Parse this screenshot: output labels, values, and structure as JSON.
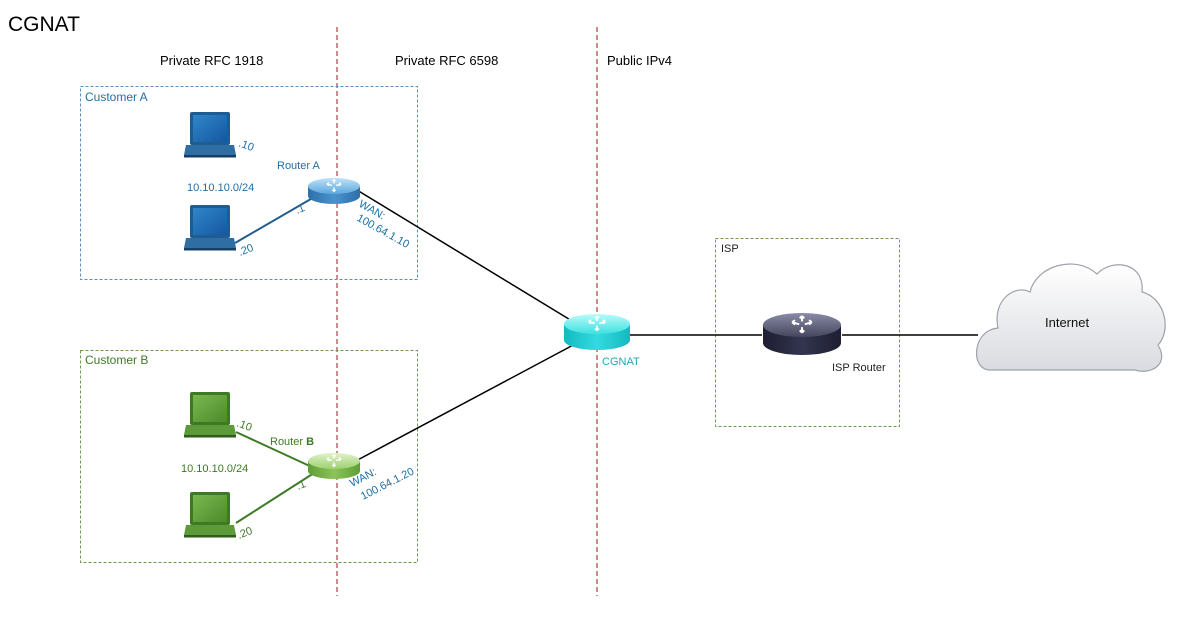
{
  "title": "CGNAT",
  "zones": {
    "private_1918": "Private RFC 1918",
    "private_6598": "Private RFC 6598",
    "public_ipv4": "Public IPv4"
  },
  "customer_a": {
    "label": "Customer A",
    "router_label": "Router A",
    "subnet": "10.10.10.0/24",
    "host1_octet": ".10",
    "host2_octet": ".20",
    "router_lan_octet": ".1",
    "wan_label": "WAN:",
    "wan_ip": "100.64.1.10"
  },
  "customer_b": {
    "label": "Customer B",
    "router_label": "Router",
    "router_label_bold": "B",
    "subnet": "10.10.10.0/24",
    "host1_octet": ".10",
    "host2_octet": ".20",
    "router_lan_octet": ".1",
    "wan_label": "WAN:",
    "wan_ip": "100.64.1.20"
  },
  "cgnat": {
    "label": "CGNAT"
  },
  "isp": {
    "box_label": "ISP",
    "router_label": "ISP Router"
  },
  "internet": {
    "label": "Internet"
  },
  "colors": {
    "customer_a": "#1f6fa3",
    "customer_b": "#3d7a24",
    "cgnat": "#1fd4d4",
    "isp_router": "#2a2c44",
    "zone_divider": "#a3141b"
  },
  "icons": [
    "laptop-icon",
    "router-icon",
    "cloud-icon"
  ]
}
